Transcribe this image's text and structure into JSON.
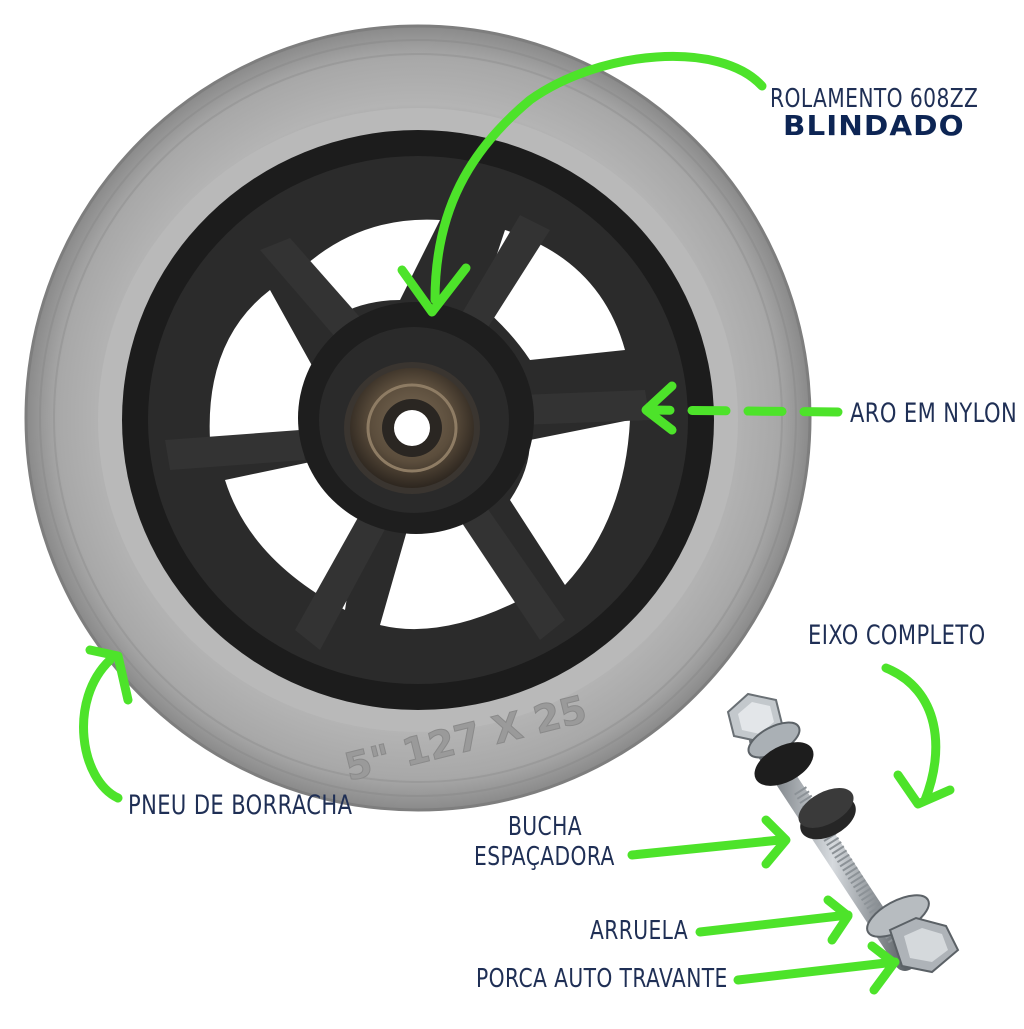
{
  "labels": {
    "bearing_line1": "ROLAMENTO 608ZZ",
    "bearing_line2": "BLINDADO",
    "rim": "ARO EM NYLON",
    "axle": "EIXO COMPLETO",
    "tire": "PNEU DE BORRACHA",
    "bushing_line1": "BUCHA",
    "bushing_line2": "ESPAÇADORA",
    "washer": "ARRUELA",
    "nut": "PORCA AUTO TRAVANTE"
  },
  "tire_marking": "5\" 127 X 25",
  "colors": {
    "arrow": "#4de32a",
    "label_text": "#1f2f55",
    "tire": "#a3a3a3",
    "rim": "#242424"
  }
}
